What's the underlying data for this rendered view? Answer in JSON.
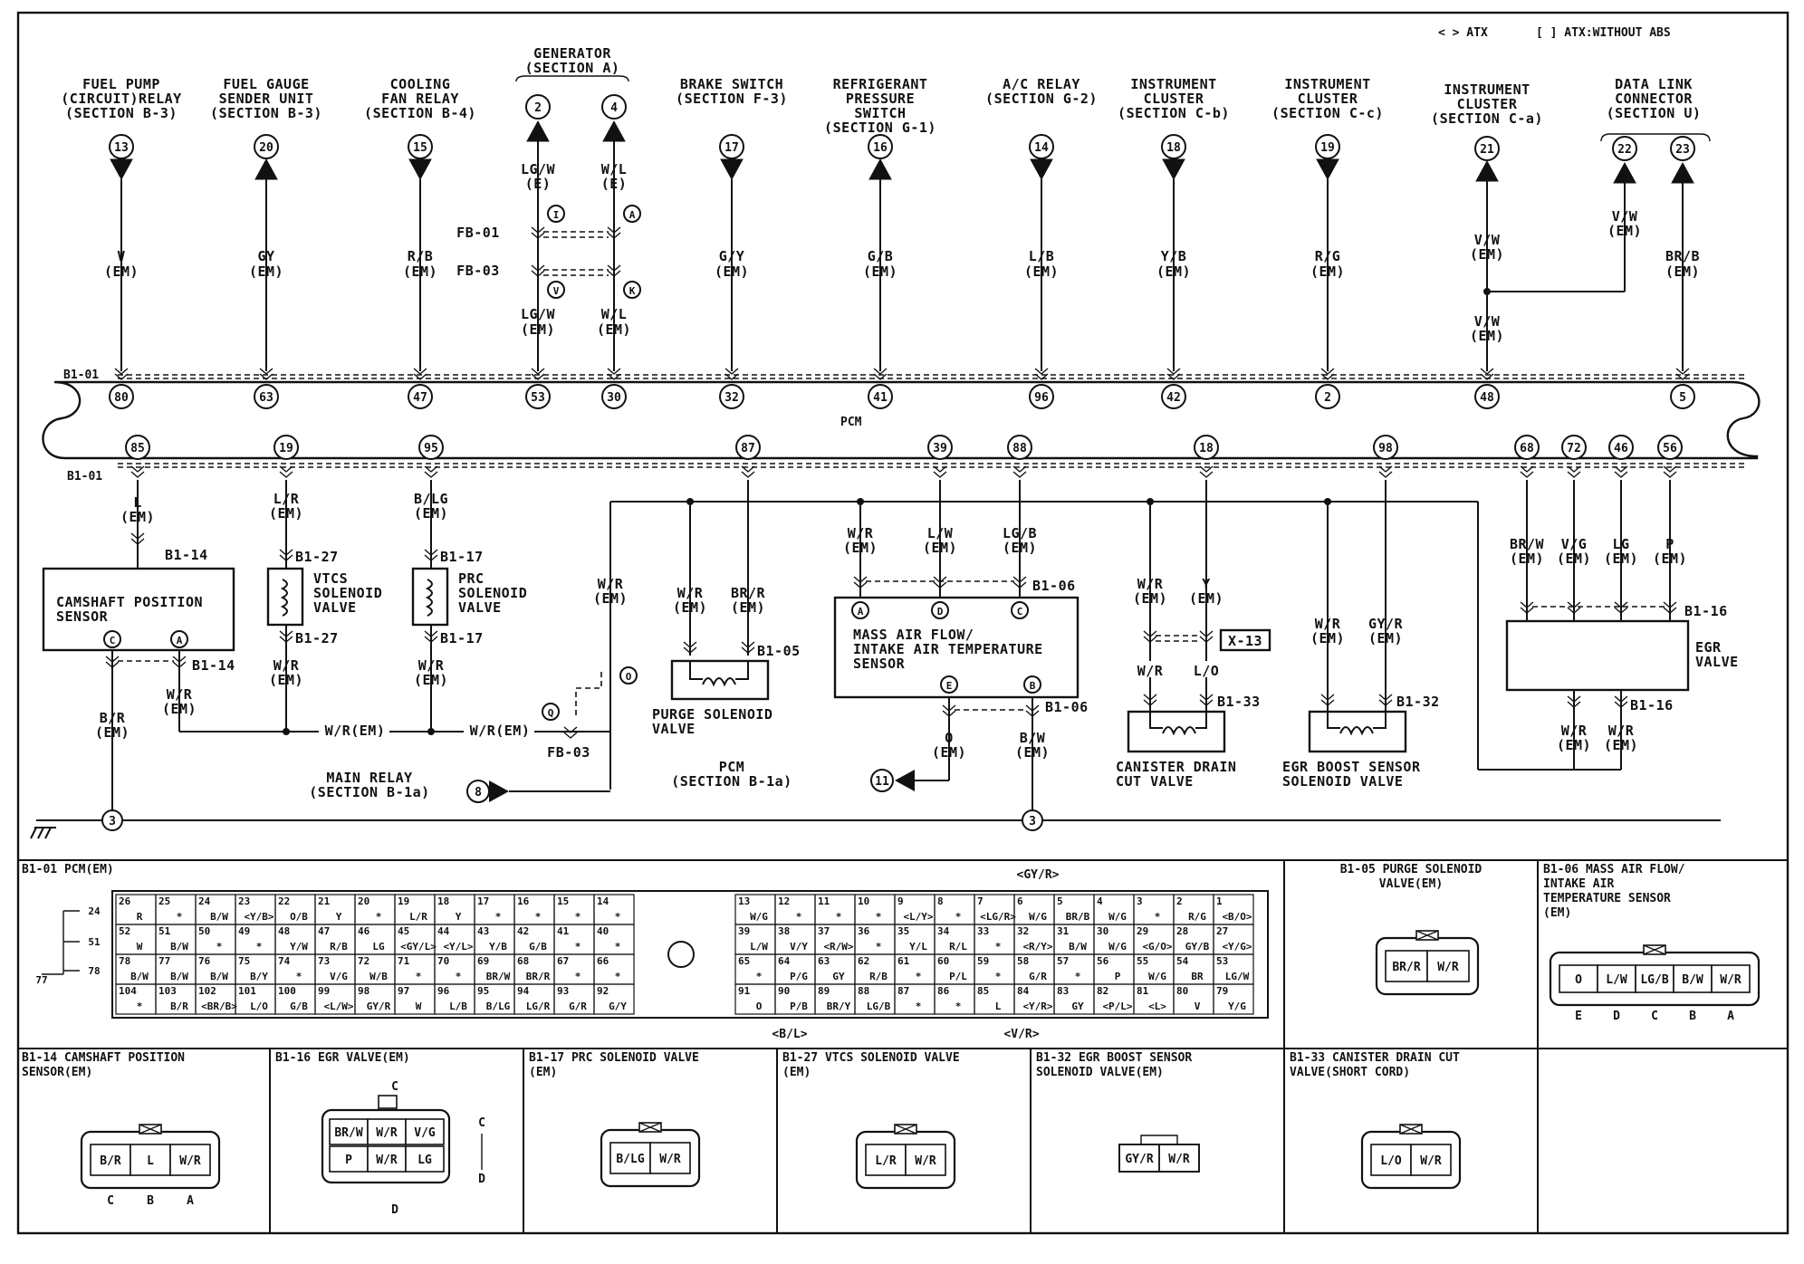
{
  "legend": {
    "atx": "< > ATX",
    "atx_no_abs": "[ ] ATX:WITHOUT ABS"
  },
  "pcm_label": "PCM",
  "connector_top": "B1-01",
  "connector_bottom": "B1-01",
  "top_signals": [
    {
      "dest": [
        "FUEL PUMP",
        "(CIRCUIT)RELAY",
        "(SECTION B-3)"
      ],
      "num": "13",
      "dir": "down",
      "wire": "V",
      "harness": "(EM)",
      "pin": "80"
    },
    {
      "dest": [
        "FUEL GAUGE",
        "SENDER UNIT",
        "(SECTION B-3)"
      ],
      "num": "20",
      "dir": "up",
      "wire": "GY",
      "harness": "(EM)",
      "pin": "63"
    },
    {
      "dest": [
        "COOLING",
        "FAN RELAY",
        "(SECTION B-4)"
      ],
      "num": "15",
      "dir": "down",
      "wire": "R/B",
      "harness": "(EM)",
      "pin": "47"
    },
    {
      "dest": [
        "BRAKE SWITCH",
        "(SECTION F-3)"
      ],
      "num": "17",
      "dir": "down",
      "wire": "G/Y",
      "harness": "(EM)",
      "pin": "32"
    },
    {
      "dest": [
        "REFRIGERANT",
        "PRESSURE",
        "SWITCH",
        "(SECTION G-1)"
      ],
      "num": "16",
      "dir": "up",
      "wire": "G/B",
      "harness": "(EM)",
      "pin": "41"
    },
    {
      "dest": [
        "A/C RELAY",
        "(SECTION G-2)"
      ],
      "num": "14",
      "dir": "down",
      "wire": "L/B",
      "harness": "(EM)",
      "pin": "96"
    },
    {
      "dest": [
        "INSTRUMENT",
        "CLUSTER",
        "(SECTION C-b)"
      ],
      "num": "18",
      "dir": "down",
      "wire": "Y/B",
      "harness": "(EM)",
      "pin": "42"
    },
    {
      "dest": [
        "INSTRUMENT",
        "CLUSTER",
        "(SECTION C-c)"
      ],
      "num": "19",
      "dir": "down",
      "wire": "R/G",
      "harness": "(EM)",
      "pin": "2"
    }
  ],
  "generator": {
    "dest": [
      "GENERATOR",
      "(SECTION A)"
    ],
    "left": {
      "num": "2",
      "wire": "LG/W",
      "sub": "(E)",
      "tag": "I",
      "tag2": "V",
      "wire2": "LG/W",
      "harness": "(EM)",
      "pin": "53"
    },
    "right": {
      "num": "4",
      "wire": "W/L",
      "sub": "(E)",
      "tag": "A",
      "tag2": "K",
      "wire2": "W/L",
      "harness": "(EM)",
      "pin": "30"
    },
    "fb1": "FB-01",
    "fb3": "FB-03"
  },
  "cluster_a": {
    "dest": [
      "INSTRUMENT",
      "CLUSTER",
      "(SECTION C-a)"
    ],
    "num": "21",
    "wire": "V/W",
    "harness": "(EM)",
    "wire2": "V/W",
    "harness2": "(EM)",
    "pin": "48"
  },
  "data_link": {
    "dest": [
      "DATA LINK",
      "CONNECTOR",
      "(SECTION U)"
    ],
    "num_a": "22",
    "num_b": "23",
    "wire_a": "V/W",
    "harness_a": "(EM)",
    "wire_b": "BR/B",
    "harness_b": "(EM)",
    "pin": "5"
  },
  "bottom_pins": [
    "85",
    "19",
    "95",
    "87",
    "39",
    "88",
    "18",
    "98",
    "68",
    "72",
    "46",
    "56"
  ],
  "cmp": {
    "wire_in": "L",
    "harness": "(EM)",
    "conn": "B1-14",
    "title": [
      "CAMSHAFT POSITION",
      "SENSOR"
    ],
    "tag_b": "B",
    "tag_c": "C",
    "tag_a": "A",
    "conn2": "B1-14",
    "wire_c": "B/R",
    "harness_c": "(EM)",
    "wire_a": "W/R",
    "harness_a": "(EM)",
    "ground_pin": "3"
  },
  "vtcs": {
    "wire_in": "L/R",
    "harness": "(EM)",
    "conn": "B1-27",
    "title": [
      "VTCS",
      "SOLENOID",
      "VALVE"
    ],
    "conn2": "B1-27",
    "wire_out": "W/R",
    "harness_out": "(EM)"
  },
  "prc": {
    "wire_in": "B/LG",
    "harness": "(EM)",
    "conn": "B1-17",
    "title": [
      "PRC",
      "SOLENOID",
      "VALVE"
    ],
    "conn2": "B1-17",
    "wire_out": "W/R",
    "harness_out": "(EM)"
  },
  "bus": {
    "label1": "W/R(EM)",
    "label2": "W/R(EM)",
    "tag_q": "Q",
    "tag_o": "O",
    "fb": "FB-03",
    "riser_wire": "W/R",
    "riser_harness": "(EM)"
  },
  "main_relay": {
    "dest": [
      "MAIN RELAY",
      "(SECTION B-1a)"
    ],
    "num": "8"
  },
  "purge": {
    "wire_a": "W/R",
    "harness_a": "(EM)",
    "wire_b": "BR/R",
    "harness_b": "(EM)",
    "conn": "B1-05",
    "title": [
      "PURGE SOLENOID",
      "VALVE"
    ]
  },
  "maf": {
    "wire_a": "W/R",
    "harness_a": "(EM)",
    "wire_d": "L/W",
    "harness_d": "(EM)",
    "wire_c": "LG/B",
    "harness_c": "(EM)",
    "conn": "B1-06",
    "tags": [
      "A",
      "D",
      "C",
      "E",
      "B"
    ],
    "title": [
      "MASS AIR FLOW/",
      "INTAKE AIR TEMPERATURE",
      "SENSOR"
    ],
    "conn2": "B1-06",
    "wire_e": "O",
    "harness_e": "(EM)",
    "wire_b": "B/W",
    "harness_b": "(EM)",
    "ground_pin": "3"
  },
  "pcm_ref": {
    "dest": [
      "PCM",
      "(SECTION B-1a)"
    ],
    "num": "11"
  },
  "canister": {
    "wire_a": "W/R",
    "harness_a": "(EM)",
    "wire_b": "Y",
    "harness_b": "(EM)",
    "x13": "X-13",
    "wire_a2": "W/R",
    "wire_b2": "L/O",
    "conn": "B1-33",
    "title": [
      "CANISTER DRAIN",
      "CUT VALVE"
    ]
  },
  "egr_boost": {
    "wire_a": "W/R",
    "harness_a": "(EM)",
    "wire_b": "GY/R",
    "harness_b": "(EM)",
    "conn": "B1-32",
    "title": [
      "EGR BOOST SENSOR",
      "SOLENOID VALVE"
    ]
  },
  "egr": {
    "wires": [
      "BR/W",
      "V/G",
      "LG",
      "P"
    ],
    "harness": "(EM)",
    "conn": "B1-16",
    "title": [
      "EGR",
      "VALVE"
    ],
    "conn2": "B1-16",
    "out1": "W/R",
    "out2": "W/R",
    "harness_out": "(EM)"
  },
  "connector_views": {
    "pcm": {
      "title": "B1-01 PCM(EM)",
      "note_top": "<GY/R>",
      "note_bl": "<B/L>",
      "note_br": "<V/R>",
      "side_pins": [
        "24",
        "51",
        "78",
        "77"
      ]
    },
    "purge": {
      "title": [
        "B1-05 PURGE SOLENOID",
        "VALVE(EM)"
      ],
      "cells": [
        "BR/R",
        "W/R"
      ]
    },
    "maf": {
      "title": [
        "B1-06 MASS AIR FLOW/",
        "INTAKE AIR",
        "TEMPERATURE SENSOR",
        "(EM)"
      ],
      "cells": [
        "O",
        "L/W",
        "LG/B",
        "B/W",
        "W/R"
      ],
      "letters": [
        "E",
        "D",
        "C",
        "B",
        "A"
      ]
    },
    "cmp": {
      "title": [
        "B1-14 CAMSHAFT POSITION",
        "SENSOR(EM)"
      ],
      "cells": [
        "B/R",
        "L",
        "W/R"
      ],
      "letters": [
        "C",
        "B",
        "A"
      ]
    },
    "egr": {
      "title": "B1-16 EGR VALVE(EM)",
      "row1": [
        "BR/W",
        "W/R",
        "V/G"
      ],
      "row2": [
        "P",
        "W/R",
        "LG"
      ],
      "top": "C",
      "bottom": "D",
      "side_c": "C",
      "side_d": "D"
    },
    "prc": {
      "title": [
        "B1-17 PRC SOLENOID VALVE",
        "(EM)"
      ],
      "cells": [
        "B/LG",
        "W/R"
      ]
    },
    "vtcs": {
      "title": [
        "B1-27 VTCS SOLENOID VALVE",
        "(EM)"
      ],
      "cells": [
        "L/R",
        "W/R"
      ]
    },
    "egr_boost": {
      "title": [
        "B1-32 EGR BOOST SENSOR",
        "SOLENOID VALVE(EM)"
      ],
      "cells": [
        "GY/R",
        "W/R"
      ]
    },
    "canister": {
      "title": [
        "B1-33 CANISTER DRAIN CUT",
        "VALVE(SHORT CORD)"
      ],
      "cells": [
        "L/O",
        "W/R"
      ]
    }
  },
  "pcm_grid_left": [
    [
      "26 R",
      "25 *",
      "24 B/W",
      "23 <Y/B>",
      "22 O/B",
      "21 Y",
      "20 *",
      "19 L/R",
      "18 Y",
      "17 *",
      "16 *",
      "15 *",
      "14 *"
    ],
    [
      "52 W",
      "51 B/W",
      "50 *",
      "49 *",
      "48 Y/W",
      "47 R/B",
      "46 LG",
      "45 <GY/L>",
      "44 <Y/L>",
      "43 Y/B",
      "42 G/B",
      "41 *",
      "40 *"
    ],
    [
      "78 B/W",
      "77 B/W",
      "76 B/W",
      "75 B/Y",
      "74 *",
      "73 V/G",
      "72 W/B",
      "71 *",
      "70 *",
      "69 BR/W",
      "68 BR/R",
      "67 *",
      "66 *"
    ],
    [
      "104 *",
      "103 B/R",
      "102 <BR/B>",
      "101 L/O",
      "100 G/B",
      "99 <L/W>",
      "98 GY/R",
      "97 W",
      "96 L/B",
      "95 B/LG",
      "94 LG/R",
      "93 G/R",
      "92 G/Y"
    ]
  ],
  "pcm_grid_right": [
    [
      "13 W/G",
      "12 *",
      "11 *",
      "10 *",
      "9 <L/Y>",
      "8 *",
      "7 <LG/R>",
      "6 W/G",
      "5 BR/B",
      "4 W/G",
      "3 *",
      "2 R/G",
      "1 <B/O>"
    ],
    [
      "39 L/W",
      "38 V/Y",
      "37 <R/W>",
      "36 *",
      "35 Y/L",
      "34 R/L",
      "33 *",
      "32 <R/Y>",
      "31 B/W",
      "30 W/G",
      "29 <G/O>",
      "28 GY/B",
      "27 <Y/G>"
    ],
    [
      "65 *",
      "64 P/G",
      "63 GY",
      "62 R/B",
      "61 *",
      "60 P/L",
      "59 *",
      "58 G/R",
      "57 *",
      "56 P",
      "55 W/G",
      "54 BR",
      "53 LG/W"
    ],
    [
      "91 O",
      "90 P/B",
      "89 BR/Y",
      "88 LG/B",
      "87 *",
      "86 *",
      "85 L",
      "84 <Y/R>",
      "83 GY",
      "82 <P/L>",
      "81 <L>",
      "80 V",
      "79 Y/G"
    ]
  ]
}
